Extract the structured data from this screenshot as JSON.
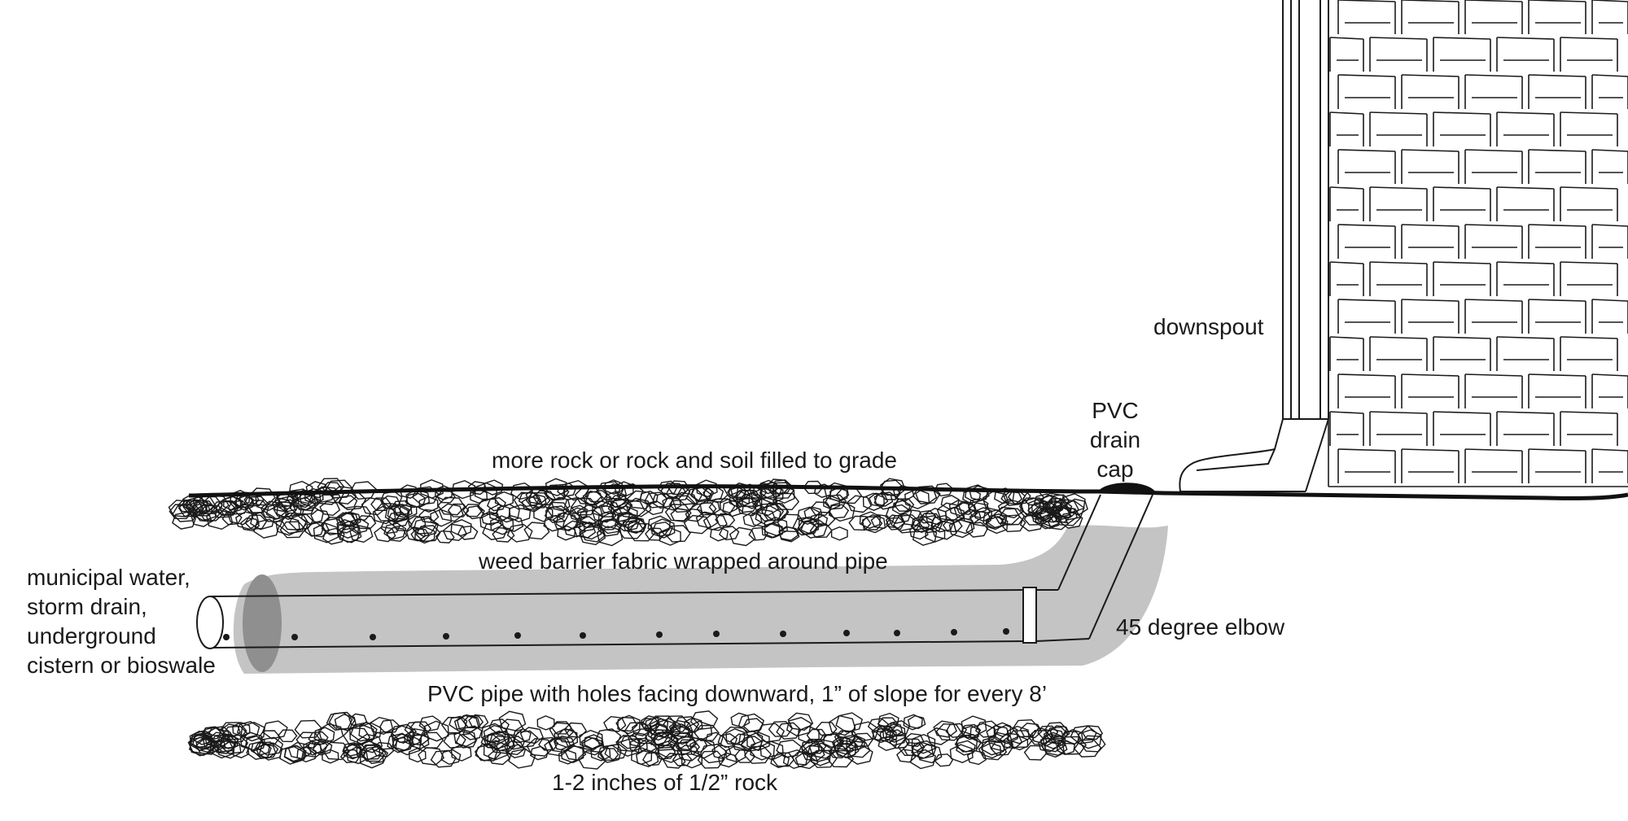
{
  "labels": {
    "downspout": "downspout",
    "drain_cap": [
      "PVC",
      "drain",
      "cap"
    ],
    "top_fill": "more rock or rock and soil filled to grade",
    "fabric": "weed barrier fabric wrapped around pipe",
    "outlet": [
      "municipal water,",
      "storm drain,",
      "underground",
      "cistern or bioswale"
    ],
    "elbow": "45 degree elbow",
    "pipe": "PVC pipe with holes  facing downward, 1” of slope for every 8’",
    "base_rock": "1-2 inches of 1/2” rock"
  },
  "colors": {
    "line": "#1a1a1a",
    "fabric": "#c4c4c4",
    "pipe_opening": "#8f8f8f",
    "background": "#ffffff"
  }
}
